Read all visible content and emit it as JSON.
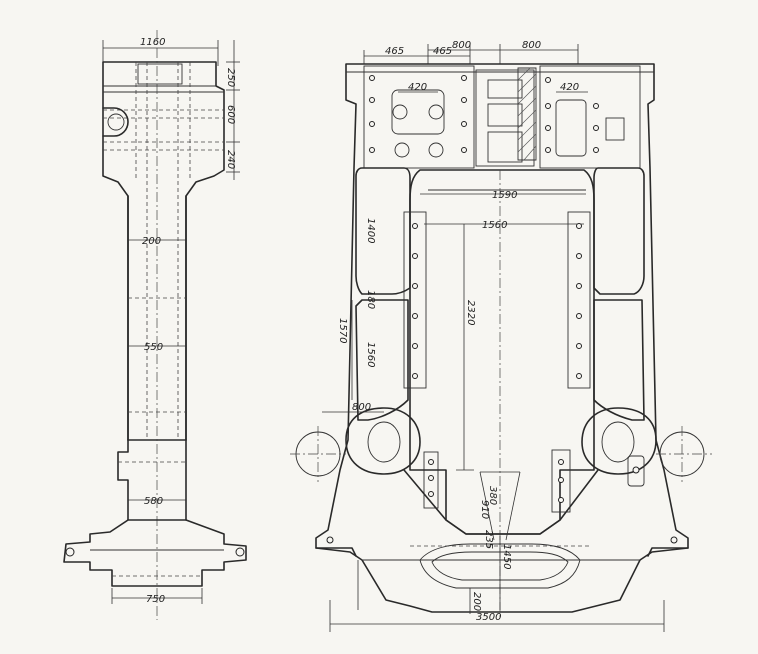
{
  "dimensions": {
    "side_view": {
      "top_width": "1160",
      "d_250": "250",
      "d_600": "600",
      "d_240": "240",
      "web_200": "200",
      "web_550": "550",
      "foot_580": "580",
      "base_750": "750"
    },
    "front_view": {
      "top_465_left": "465",
      "top_465_mid": "465",
      "top_800_left": "800",
      "top_800_right": "800",
      "boss_420_left": "420",
      "boss_420_right": "420",
      "window_1590": "1590",
      "window_1560": "1560",
      "side_1400": "1400",
      "side_180": "180",
      "side_1570": "1570",
      "side_1560": "1560",
      "height_2320": "2320",
      "arm_800": "800",
      "d_910": "910",
      "d_380": "380",
      "d_235": "235",
      "d_1450": "1450",
      "d_200": "200",
      "overall_3500": "3500"
    }
  }
}
